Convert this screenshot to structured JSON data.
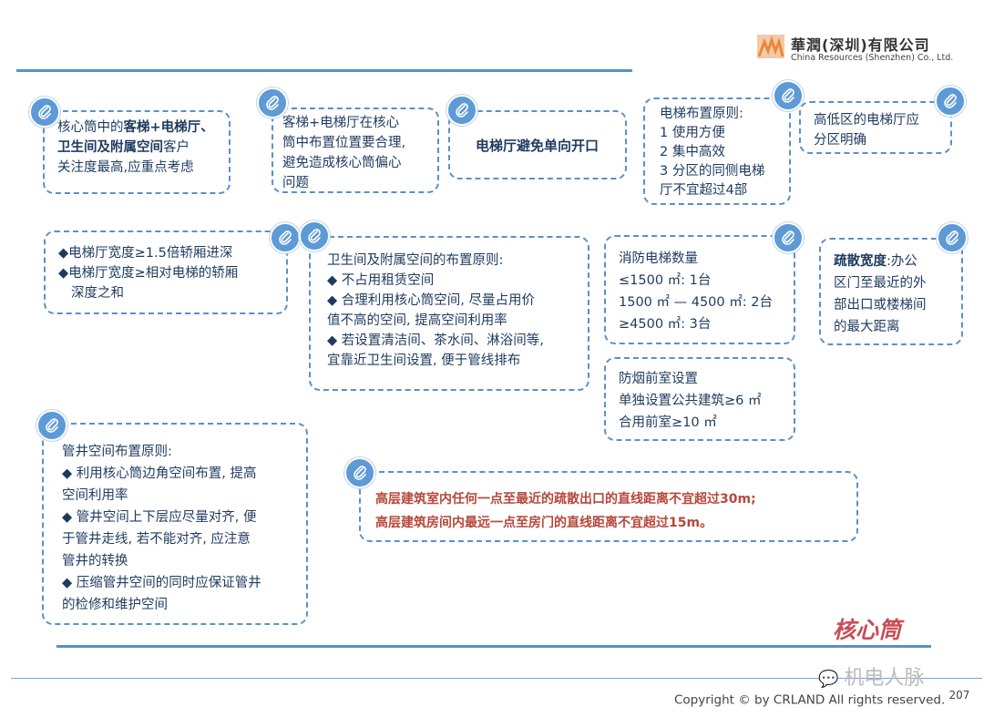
{
  "company": {
    "cn": "華潤(深圳)有限公司",
    "en": "China Resources (Shenzhen) Co., Ltd."
  },
  "cards": {
    "c1": {
      "l1a": "核心筒中的",
      "l1b": "客梯+电梯厅、",
      "l2a": "卫生间及附属空间",
      "l2b": "客户",
      "l3": "关注度最高,应重点考虑"
    },
    "c2": {
      "l1": "客梯+电梯厅在核心",
      "l2": "筒中布置位置要合理,",
      "l3": "避免造成核心筒偏心",
      "l4": "问题"
    },
    "c3": {
      "l1": "电梯厅避免单向开口"
    },
    "c4": {
      "l1": "电梯布置原则:",
      "l2": "1 使用方便",
      "l3": "2 集中高效",
      "l4": "3 分区的同侧电梯",
      "l5": "厅不宜超过4部"
    },
    "c5": {
      "l1": "高低区的电梯厅应",
      "l2": "分区明确"
    },
    "c6": {
      "l1": "◆电梯厅宽度≥1.5倍轿厢进深",
      "l2": "◆电梯厅宽度≥相对电梯的轿厢",
      "l3": "深度之和"
    },
    "c7": {
      "l1": "卫生间及附属空间的布置原则:",
      "l2": "◆ 不占用租赁空间",
      "l3": "◆ 合理利用核心筒空间, 尽量占用价",
      "l4": "值不高的空间, 提高空间利用率",
      "l5": "◆ 若设置清洁间、茶水间、淋浴间等,",
      "l6": "宜靠近卫生间设置, 便于管线排布"
    },
    "c8": {
      "l1": "消防电梯数量",
      "l2": "≤1500 ㎡: 1台",
      "l3": "1500 ㎡ — 4500 ㎡: 2台",
      "l4": "≥4500 ㎡: 3台"
    },
    "c9": {
      "l1a": "疏散宽度",
      "l1b": ":办公",
      "l2": "区门至最近的外",
      "l3": "部出口或楼梯间",
      "l4": "的最大距离"
    },
    "c10": {
      "l1": "防烟前室设置",
      "l2": "单独设置公共建筑≥6 ㎡",
      "l3": "合用前室≥10 ㎡"
    },
    "c11": {
      "l1": "管井空间布置原则:",
      "l2": "◆ 利用核心筒边角空间布置, 提高",
      "l3": "空间利用率",
      "l4": "◆ 管井空间上下层应尽量对齐, 便",
      "l5": "于管井走线, 若不能对齐, 应注意",
      "l6": "管井的转换",
      "l7": "◆ 压缩管井空间的同时应保证管井",
      "l8": "的检修和维护空间"
    },
    "c12": {
      "l1": "高层建筑室内任何一点至最近的疏散出口的直线距离不宜超过30m;",
      "l2": "高层建筑房间内最远一点至房门的直线距离不宜超过15m。"
    }
  },
  "title": "核心筒",
  "watermark": "机电人脉",
  "footer": {
    "text": "Copyright © by CRLAND All rights reserved.",
    "page": "207"
  },
  "colors": {
    "accent": "#5b8fc9",
    "clip": "#5d9ad6",
    "title": "#c94d57",
    "red": "#b7473a"
  },
  "icons": {
    "clip": "paperclip-icon",
    "logo": "crland-logo-icon"
  }
}
